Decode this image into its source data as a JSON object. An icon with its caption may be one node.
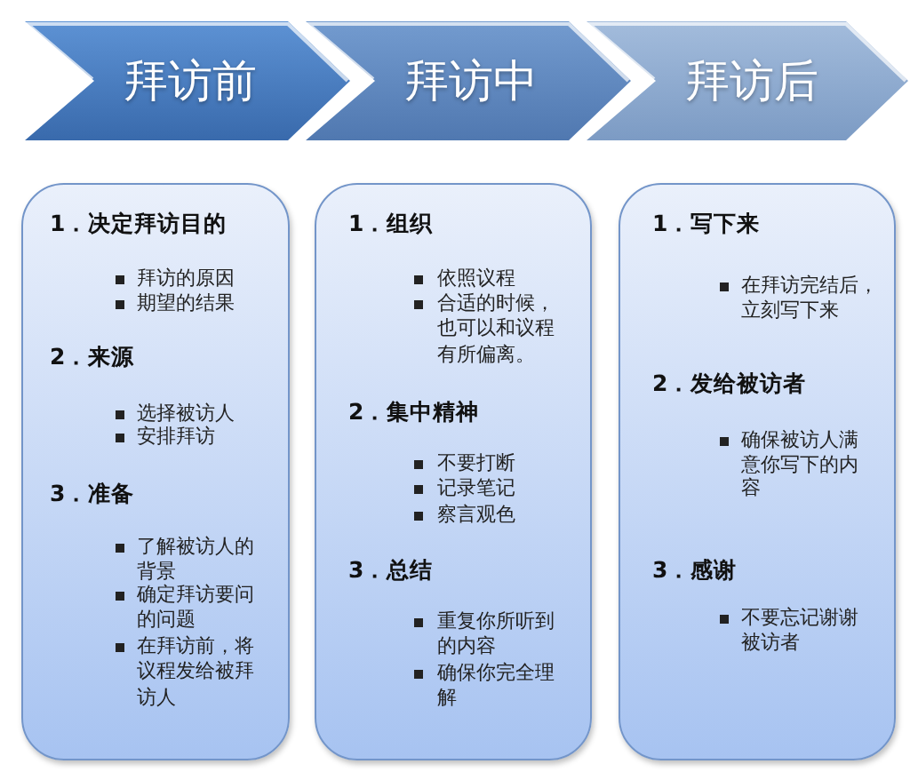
{
  "diagram": {
    "nodes": [
      {
        "text": [
          "拜访前"
        ]
      },
      {
        "text": [
          "拜访中"
        ]
      },
      {
        "text": [
          "拜访后"
        ]
      },
      {
        "text": [
          "1．决定拜访目的",
          "拜访的原因",
          "期望的结果",
          "2．来源",
          "选择被访人",
          "安排拜访",
          "3．准备",
          "了解被访人的背景",
          "确定拜访要问的问题",
          "在拜访前，将议程发给被拜访人"
        ]
      },
      {
        "text": [
          "1．组织",
          "依照议程",
          "合适的时候，也可以和议程有所偏离。",
          "2．集中精神",
          "不要打断",
          "记录笔记",
          "察言观色",
          "3．总结",
          "重复你所听到的内容",
          "确保你完全理解"
        ]
      },
      {
        "text": [
          "1．写下来",
          "在拜访完结后，立刻写下来",
          "2．发给被访者",
          "确保被访人满意你写下的内容",
          "3．感谢",
          "不要忘记谢谢被访者"
        ]
      }
    ]
  }
}
